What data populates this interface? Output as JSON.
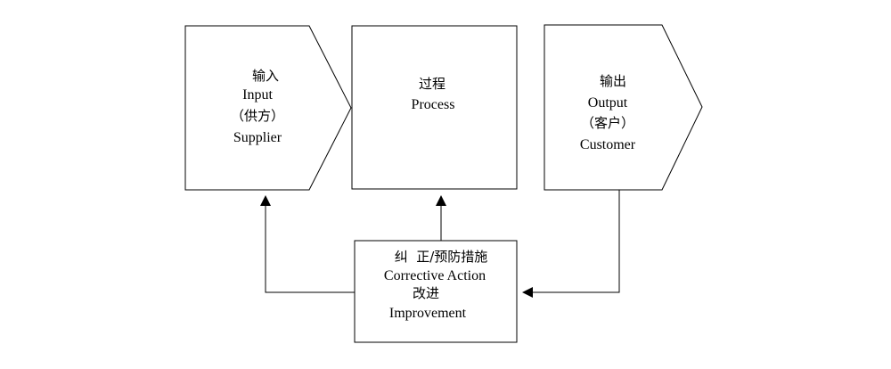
{
  "diagram": {
    "input": {
      "title_cn": "输入",
      "title_en": "Input",
      "role_cn": "（供方）",
      "role_en": "Supplier"
    },
    "process": {
      "title_cn": "过程",
      "title_en": "Process"
    },
    "output": {
      "title_cn": "输出",
      "title_en": "Output",
      "role_cn": "（客户）",
      "role_en": "Customer"
    },
    "improvement": {
      "line1_cn": "纠  正/预防措施",
      "line1_en": "Corrective Action",
      "line2_cn": "改进",
      "line2_en": "Improvement"
    },
    "colors": {
      "stroke": "#000000",
      "fill": "#ffffff"
    }
  }
}
